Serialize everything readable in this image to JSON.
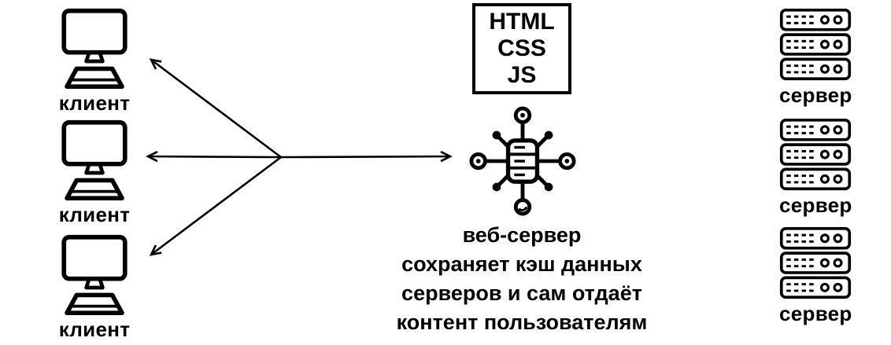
{
  "diagram": {
    "clients": [
      {
        "label": "клиент"
      },
      {
        "label": "клиент"
      },
      {
        "label": "клиент"
      }
    ],
    "tech_box": {
      "lines": [
        "HTML",
        "CSS",
        "JS"
      ]
    },
    "web_server": {
      "caption_lines": [
        "веб-сервер",
        "сохраняет кэш данных",
        "серверов и сам отдаёт",
        "контент пользователям"
      ]
    },
    "servers": [
      {
        "label": "сервер"
      },
      {
        "label": "сервер"
      },
      {
        "label": "сервер"
      }
    ],
    "icons": {
      "client": "desktop-computer-icon",
      "web_server": "network-hub-server-icon",
      "server": "server-rack-icon",
      "connections": "fan-out-arrows"
    },
    "colors": {
      "foreground": "#000000",
      "background": "#ffffff"
    }
  }
}
